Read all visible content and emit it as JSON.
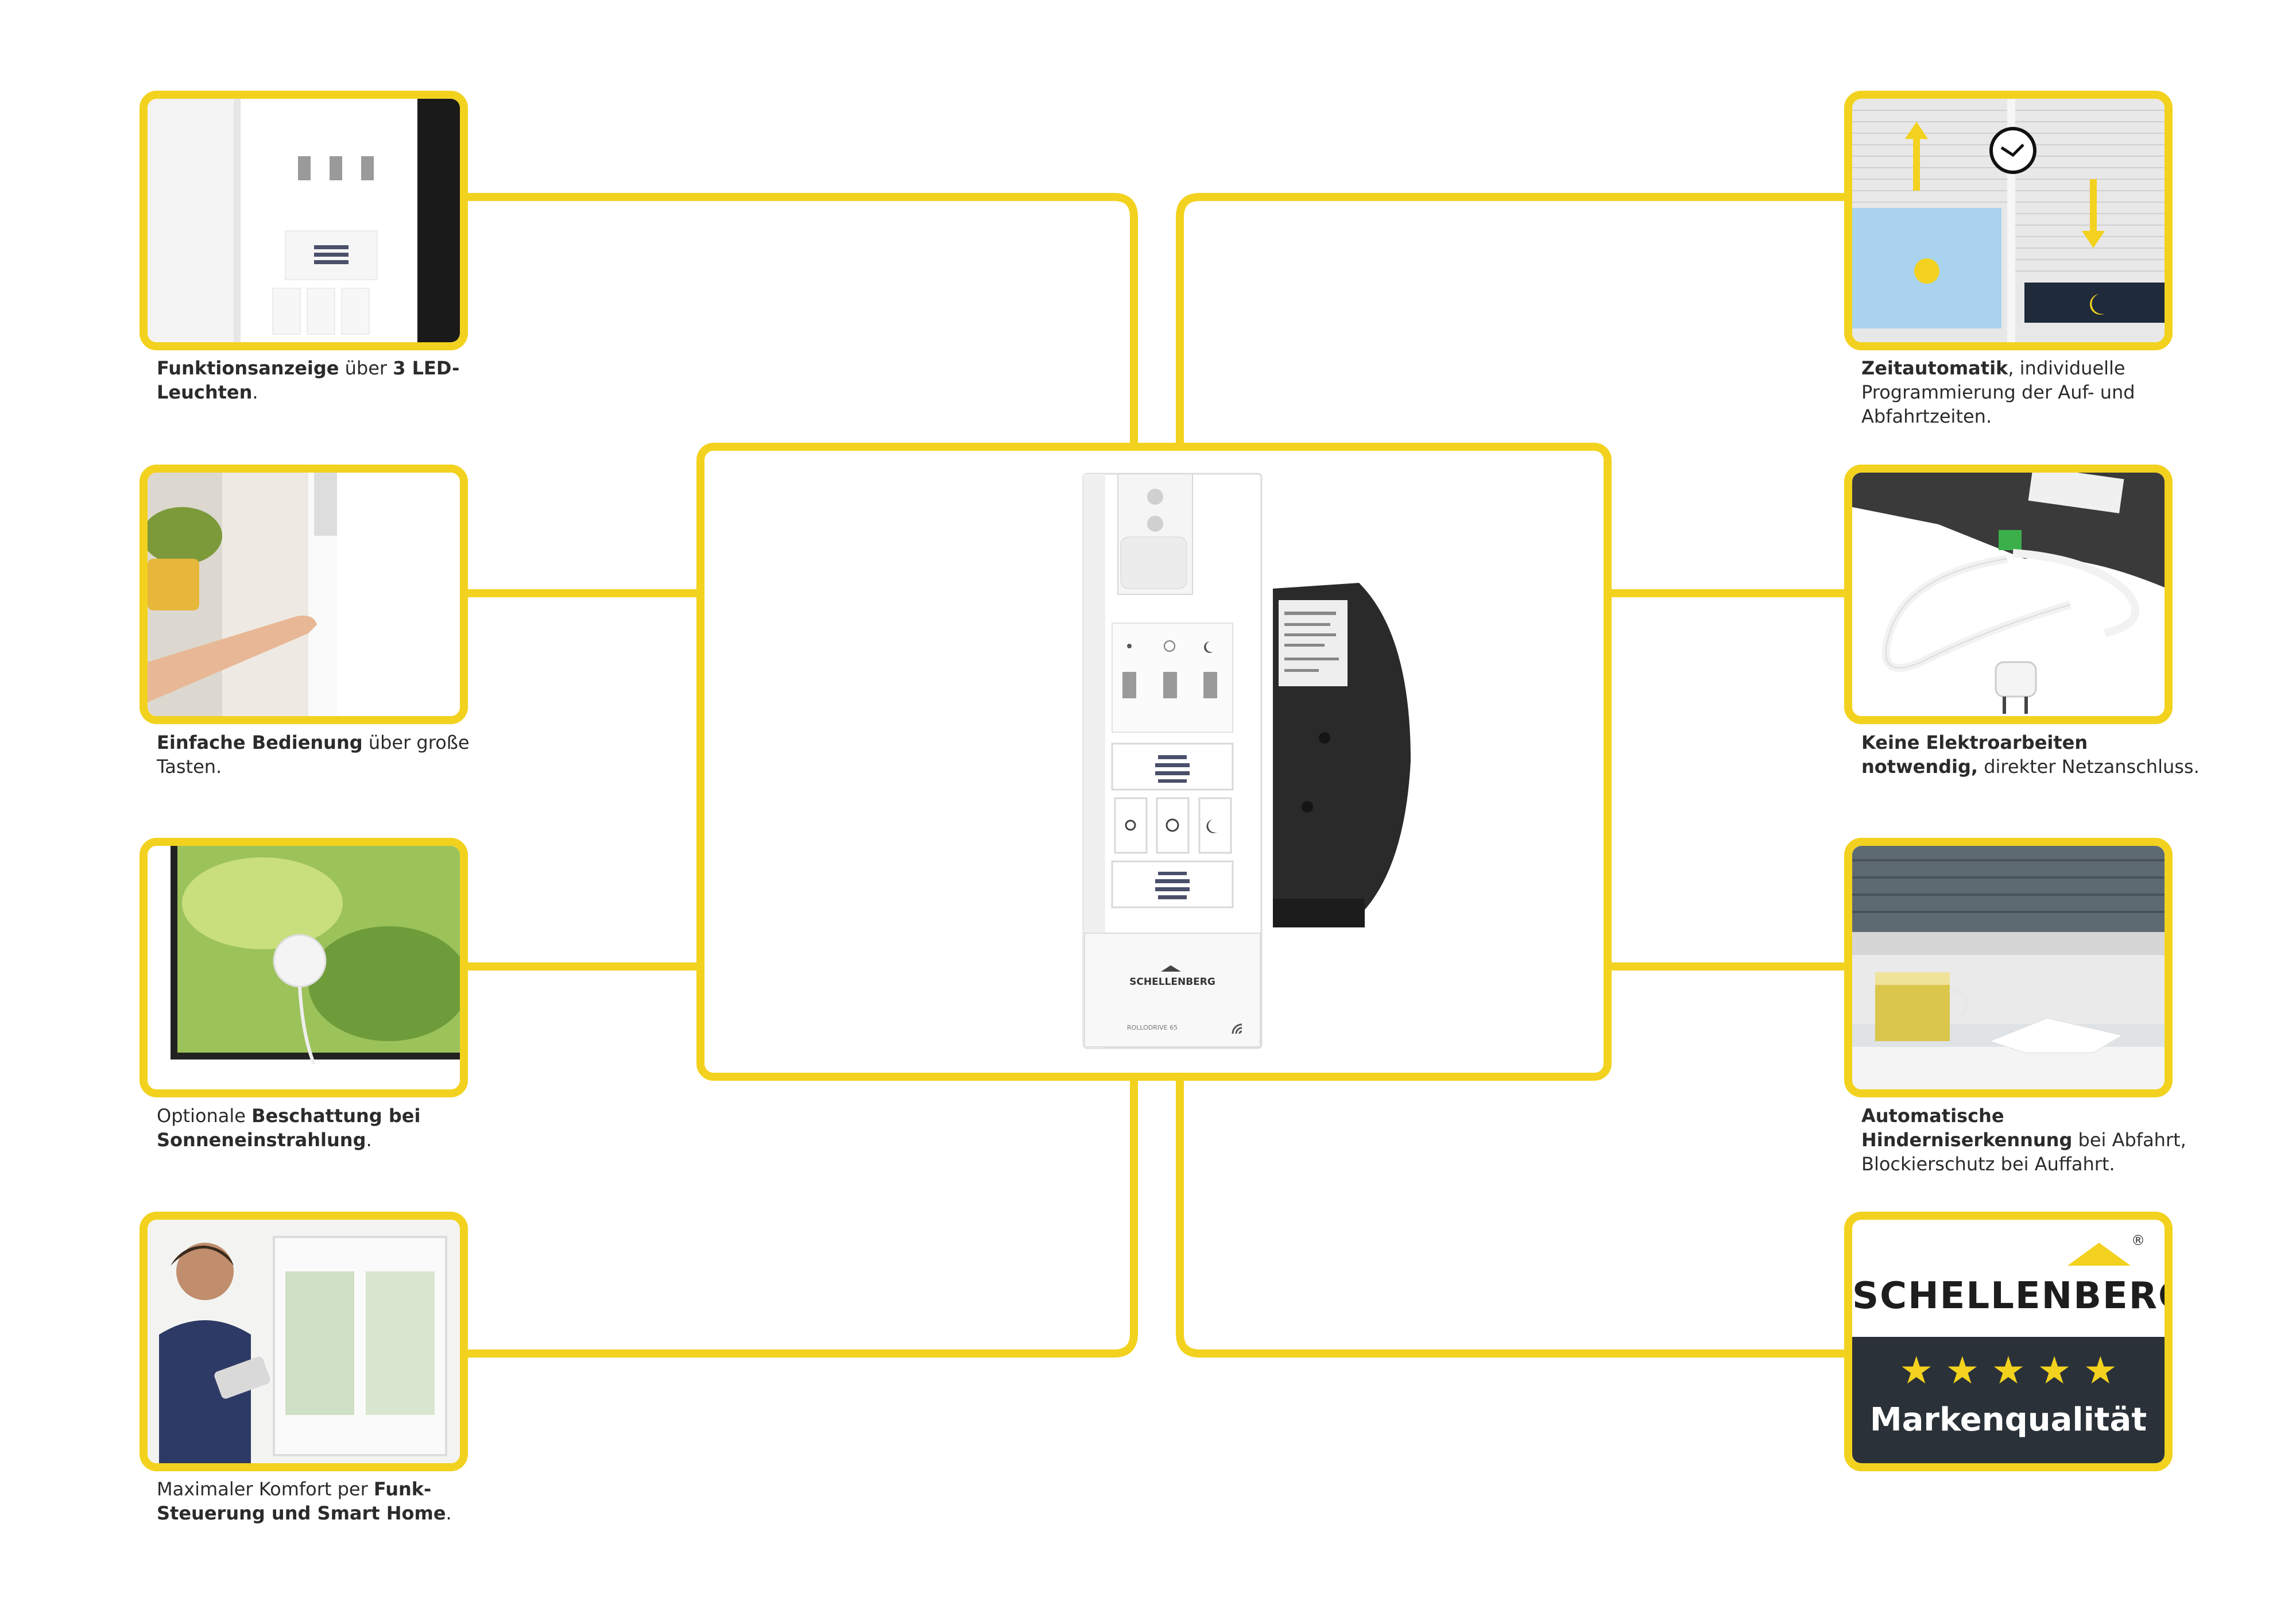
{
  "colors": {
    "accent": "#f2d21e",
    "dark_panel": "#2a3138",
    "text": "#2b2b2b"
  },
  "features": [
    {
      "id": "led",
      "parts": [
        {
          "t": "Funktionsanzeige",
          "b": true
        },
        {
          "t": " über ",
          "b": false
        },
        {
          "t": "3 LED-Leuchten",
          "b": true
        },
        {
          "t": ".",
          "b": false
        }
      ]
    },
    {
      "id": "buttons",
      "parts": [
        {
          "t": "Einfache Bedienung",
          "b": true
        },
        {
          "t": " über große Tasten.",
          "b": false
        }
      ]
    },
    {
      "id": "sun",
      "parts": [
        {
          "t": "Optionale ",
          "b": false
        },
        {
          "t": "Beschattung bei Sonneneinstrahlung",
          "b": true
        },
        {
          "t": ".",
          "b": false
        }
      ]
    },
    {
      "id": "radio",
      "parts": [
        {
          "t": "Maximaler Komfort per ",
          "b": false
        },
        {
          "t": "Funk-Steuerung und Smart Home",
          "b": true
        },
        {
          "t": ".",
          "b": false
        }
      ]
    },
    {
      "id": "timer",
      "parts": [
        {
          "t": "Zeitautomatik",
          "b": true
        },
        {
          "t": ", individuelle Programmierung der Auf- und Abfahrtzeiten.",
          "b": false
        }
      ]
    },
    {
      "id": "plug",
      "parts": [
        {
          "t": "Keine Elektroarbeiten notwendig,",
          "b": true
        },
        {
          "t": " direkter Netzanschluss.",
          "b": false
        }
      ]
    },
    {
      "id": "obstacle",
      "parts": [
        {
          "t": "Automatische Hinderniserkennung",
          "b": true
        },
        {
          "t": " bei Abfahrt, Blockierschutz bei Auffahrt.",
          "b": false
        }
      ]
    }
  ],
  "brand": {
    "name": "SCHELLENBERG",
    "registered": "®",
    "stars": "★ ★ ★ ★ ★",
    "quality": "Markenqualität"
  },
  "device": {
    "logo": "SCHELLENBERG",
    "model": "ROLLODRIVE 65",
    "icons": [
      "sun-icon",
      "clock-icon",
      "moon-icon"
    ]
  }
}
